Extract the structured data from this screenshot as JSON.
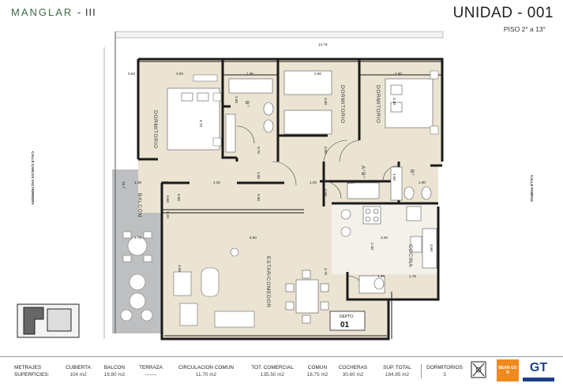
{
  "header": {
    "brand": "MANGLAR",
    "brand_suffix": "- III",
    "unit_title": "UNIDAD - 001",
    "floors": "PISO  2° a 13°"
  },
  "rooms": {
    "dormitorio_1": "DORMITORIO",
    "dormitorio_2": "DORMITORIO",
    "dormitorio_3": "DORMITORIO",
    "bano_1": "B°",
    "bano_2": "B°",
    "bano_a": "A°B°",
    "balcon": "BALCÓN",
    "estar": "ESTAR/COMEDOR",
    "cocina": "COCINA",
    "depto_label": "DEPTO.",
    "depto_num": "01"
  },
  "streets": {
    "left": "CALLE CARLOS VAZ FERREIRA",
    "right": "CALLE PAMPAS"
  },
  "dimensions": {
    "total_width": "14.76",
    "d052": "0.52",
    "d300": "3.00",
    "d190a": "1.90",
    "d280": "2.80",
    "d290": "2.90",
    "d470": "4.70",
    "d260": "2.60",
    "d300b": "3.00",
    "d310": "3.10",
    "d070": "0.70",
    "d060a": "0.60",
    "d060b": "0.60",
    "d159": "1.59",
    "d060c": "0.60",
    "d080a": "0.80",
    "d430": "4.30",
    "d100a": "1.00",
    "d080b": "0.80",
    "d102": "1.02",
    "d204": "2.04",
    "d150": "1.50",
    "d190b": "1.90",
    "d157": "15.7",
    "d060d": "0.60",
    "d120": "1.20",
    "d175": "1.75",
    "d680": "6.80",
    "d326": "3.26",
    "d210": "2.10",
    "d360": "3.60",
    "d460": "4.60",
    "d470b": "4.70",
    "d130": "1.30",
    "d176": "1.76"
  },
  "footer": {
    "metrajes": "METRAJES",
    "superficies": "SUPERFICIES:",
    "columns": [
      {
        "h": "CUBIERTA",
        "v": "104 m2"
      },
      {
        "h": "BALCON",
        "v": "19.80 m2"
      },
      {
        "h": "TERRAZA",
        "v": "-------"
      },
      {
        "h": "CIRCULACION  COMUN",
        "v": "11.70 m2"
      },
      {
        "h": "TOT. COMERCIAL",
        "v": "135.50 m2"
      },
      {
        "h": "COMUN",
        "v": "18.75 m2"
      },
      {
        "h": "COCHERAS",
        "v": "30.60 m2"
      },
      {
        "h": "SUP. TOTAL",
        "v": "184.85 m2"
      },
      {
        "h": "DORMITORIOS",
        "v": "3"
      }
    ],
    "logo_bean": "BEAN GO R",
    "logo_gt": "GT"
  },
  "colors": {
    "floor": "#ece4d3",
    "balcony": "#bdbfc1",
    "wall": "#1a1a1a",
    "brand": "#3c6a46",
    "bean": "#f08a1c",
    "gt": "#1d3f8a"
  }
}
